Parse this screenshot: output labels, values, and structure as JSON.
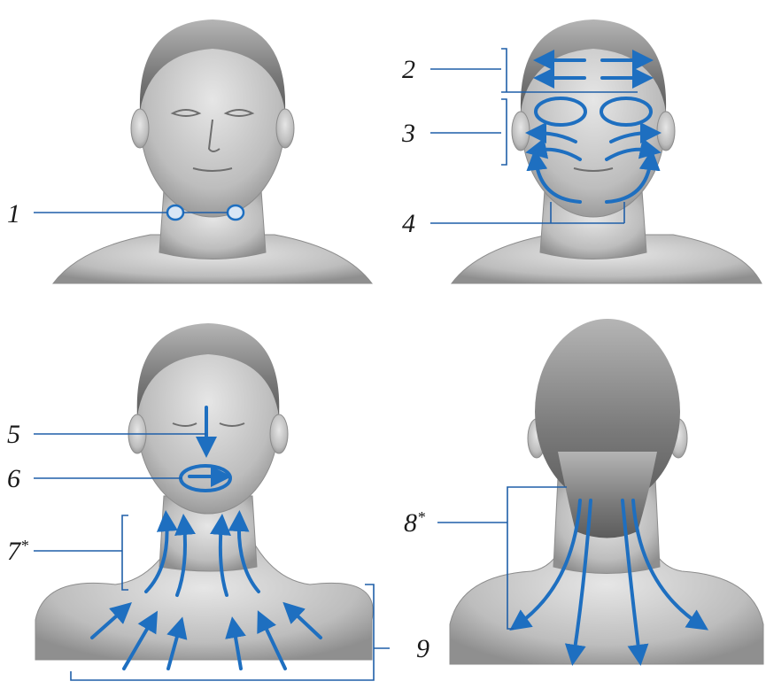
{
  "labels": {
    "l1": "1",
    "l2": "2",
    "l3": "3",
    "l4": "4",
    "l5": "5",
    "l6": "6",
    "l7": "7",
    "l7_sup": "*",
    "l8": "8",
    "l8_sup": "*",
    "l9": "9"
  },
  "colors": {
    "arrow": "#1e6fc0",
    "leader": "#1f5fa8",
    "skin": "#c8c8c8",
    "hair": "#8a8a8a"
  }
}
